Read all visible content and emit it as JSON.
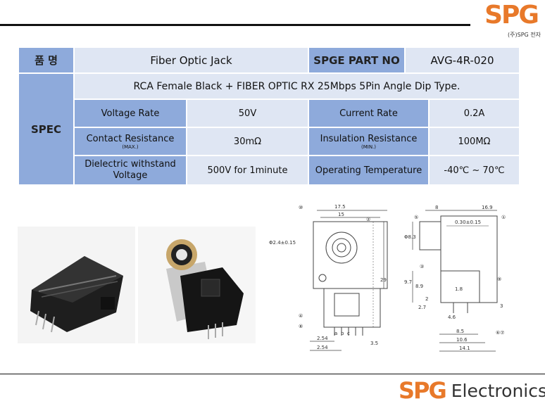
{
  "header": {
    "logo_text": "SPG",
    "logo_sub": "(주)SPG 전자"
  },
  "spec_table": {
    "name_label": "품 명",
    "name_value": "Fiber Optic Jack",
    "part_label": "SPGE PART NO",
    "part_value": "AVG-4R-020",
    "spec_label": "SPEC",
    "description": "RCA Female Black + FIBER OPTIC RX 25Mbps 5Pin Angle Dip Type.",
    "rows": [
      {
        "l1": "Voltage Rate",
        "l1_note": "",
        "v1": "50V",
        "l2": "Current Rate",
        "l2_note": "",
        "v2": "0.2A"
      },
      {
        "l1": "Contact Resistance",
        "l1_note": "(MAX.)",
        "v1": "30mΩ",
        "l2": "Insulation Resistance",
        "l2_note": "(MIN.)",
        "v2": "100MΩ"
      },
      {
        "l1": "Dielectric withstand Voltage",
        "l1_note": "",
        "v1": "500V for 1minute",
        "l2": "Operating Temperature",
        "l2_note": "",
        "v2": "-40℃ ~ 70℃"
      }
    ]
  },
  "drawing": {
    "front": {
      "callouts": [
        "⑩",
        "②",
        "④",
        "⑧"
      ],
      "dims": [
        "17.5",
        "15",
        "Φ2.4±0.15",
        "29",
        "2.54",
        "2.54",
        "3.5"
      ],
      "pins": [
        "a",
        "b",
        "c"
      ]
    },
    "side": {
      "callouts": [
        "⑤",
        "①",
        "③",
        "⑨",
        "⑥⑦"
      ],
      "dims": [
        "8",
        "16.9",
        "0.30±0.15",
        "Φ8.3",
        "9.7",
        "8.9",
        "1.8",
        "2",
        "2.7",
        "4.6",
        "3",
        "8.5",
        "10.6",
        "14.1"
      ]
    }
  },
  "footer": {
    "logo_text": "SPG",
    "brand_word": "Electronics"
  },
  "colors": {
    "accent": "#e8792a",
    "table_label": "#8eaadb",
    "table_value": "#dfe6f3"
  }
}
